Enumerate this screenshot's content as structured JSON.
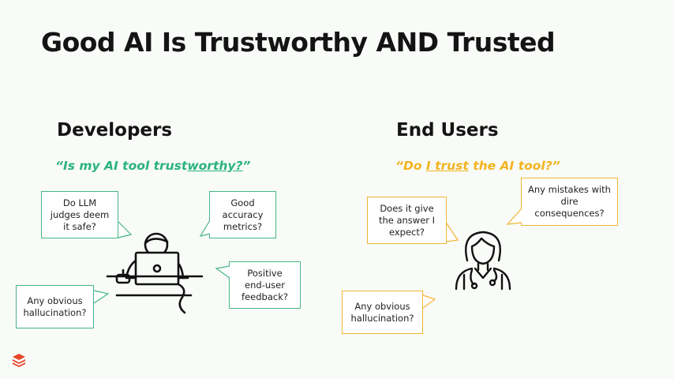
{
  "slide": {
    "title": "Good AI Is Trustworthy AND Trusted"
  },
  "developers": {
    "heading": "Developers",
    "quote_part1": "“Is my AI tool trust",
    "quote_part2": "worthy?",
    "quote_part3": "”",
    "bubbles": {
      "llm_judges": "Do LLM\njudges deem\nit safe?",
      "accuracy": "Good\naccuracy\nmetrics?",
      "feedback": "Positive\nend-user\nfeedback?",
      "hallucination": "Any obvious\nhallucination?"
    }
  },
  "end_users": {
    "heading": "End Users",
    "quote_part1": "“Do ",
    "quote_part2": "I trust",
    "quote_part3": " the AI tool?”",
    "bubbles": {
      "expected_answer": "Does it give\nthe answer I\nexpect?",
      "mistakes": "Any mistakes with\ndire\nconsequences?",
      "hallucination": "Any obvious\nhallucination?"
    }
  },
  "colors": {
    "developer_accent": "#2bb27d",
    "user_accent": "#f2b31f",
    "logo": "#e8462b"
  },
  "icons": {
    "developer_figure": "person-at-laptop-icon",
    "user_figure": "doctor-with-stethoscope-icon",
    "brand_logo": "stacked-layers-logo-icon"
  }
}
